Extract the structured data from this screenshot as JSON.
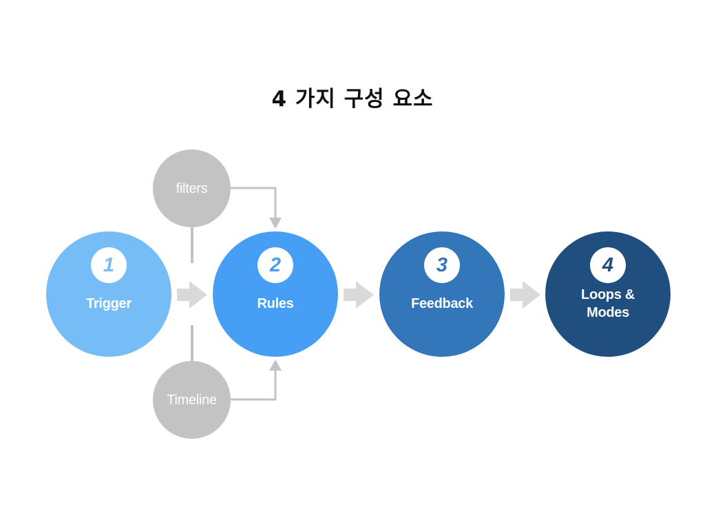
{
  "title": "4 가지 구성 요소",
  "colors": {
    "step1": "#76bdf7",
    "step2": "#479ff5",
    "step3": "#3476ba",
    "step4": "#1f4e7f",
    "auxiliary": "#c3c3c3",
    "arrow": "#d9d9d9"
  },
  "steps": [
    {
      "number": "1",
      "label": "Trigger"
    },
    {
      "number": "2",
      "label": "Rules"
    },
    {
      "number": "3",
      "label": "Feedback"
    },
    {
      "number": "4",
      "label_line1": "Loops &",
      "label_line2": "Modes"
    }
  ],
  "inputs": [
    {
      "label": "filters"
    },
    {
      "label": "Timeline"
    }
  ]
}
